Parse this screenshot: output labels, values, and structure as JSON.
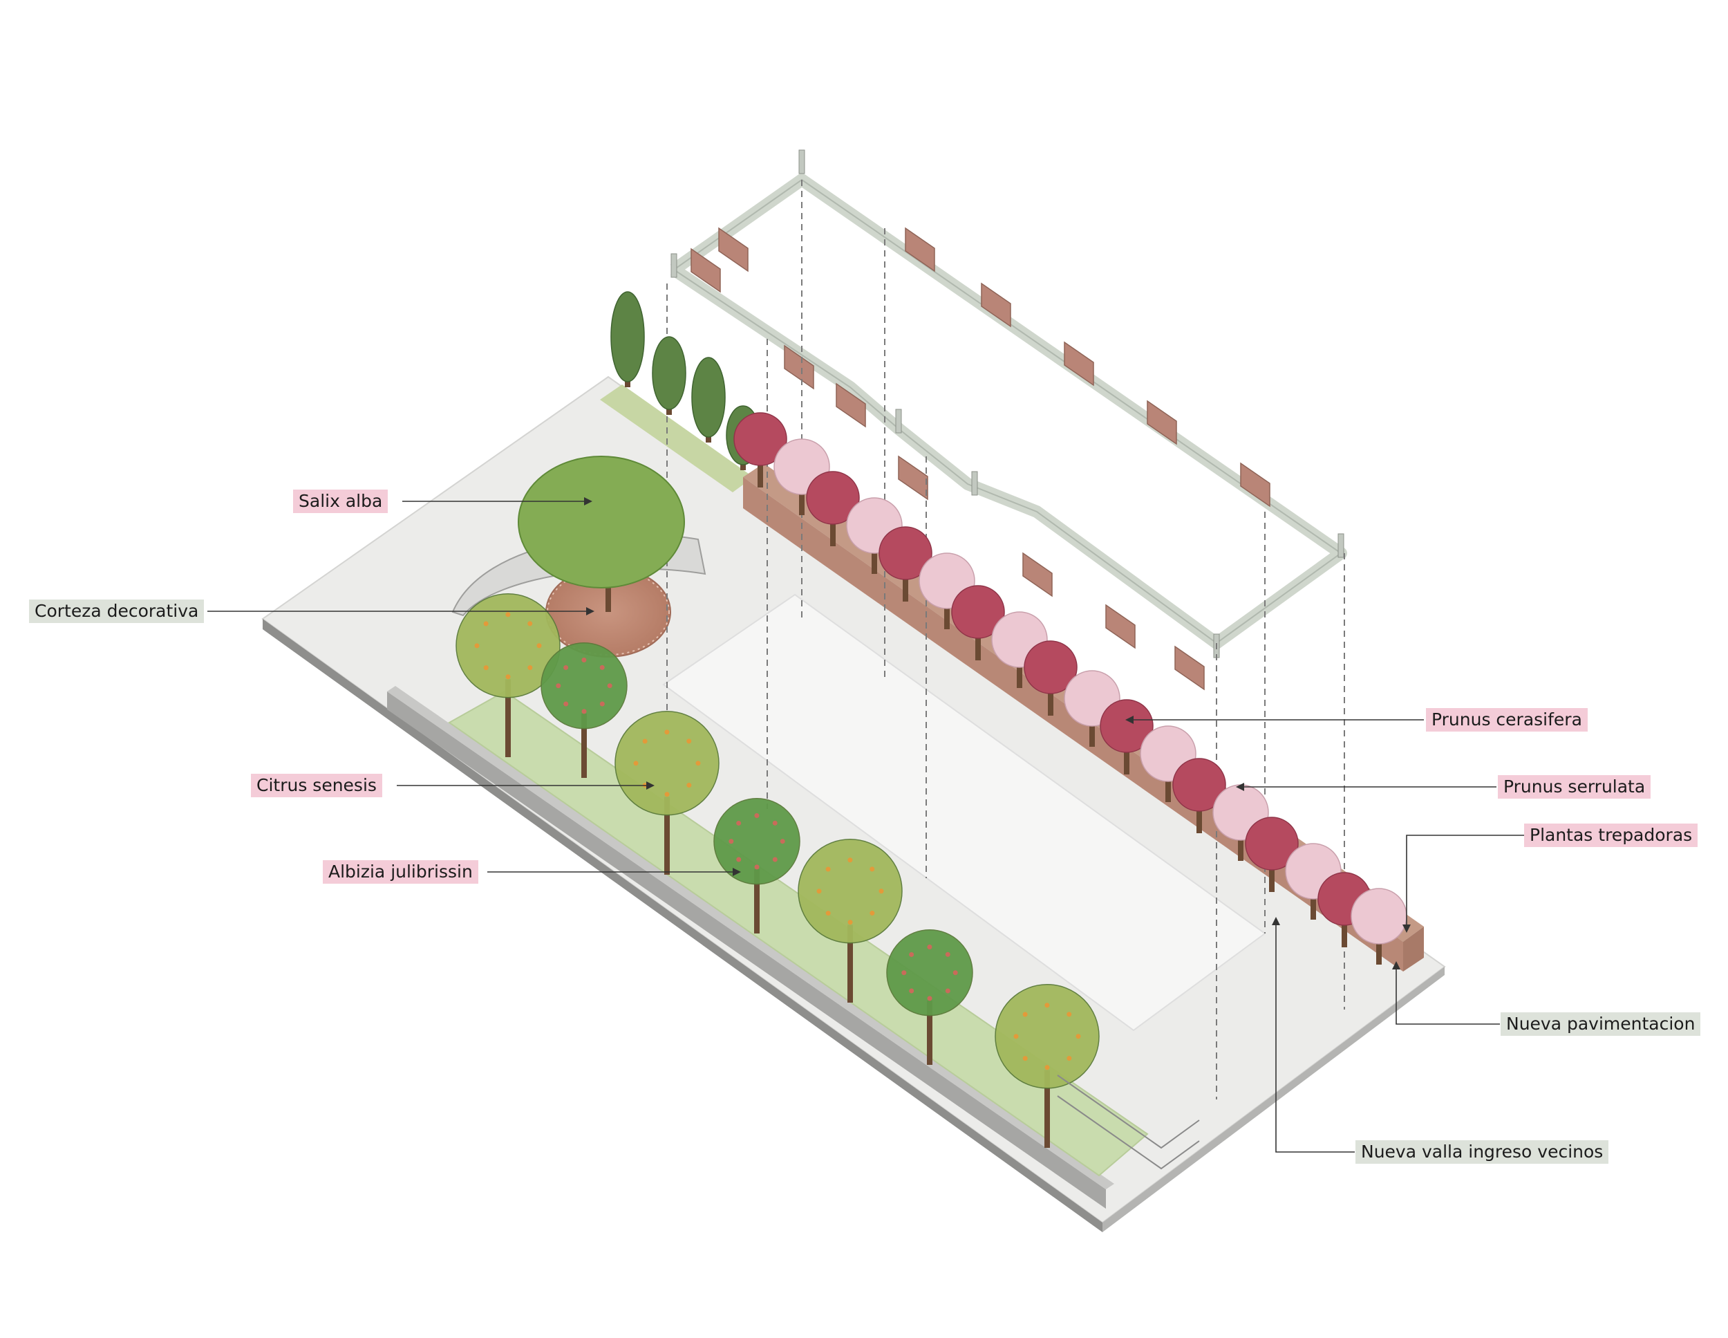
{
  "labels": {
    "salix_alba": "Salix alba",
    "corteza_decorativa": "Corteza decorativa",
    "citrus_senesis": "Citrus senesis",
    "albizia_julibrissin": "Albizia julibrissin",
    "prunus_cerasifera": "Prunus cerasifera",
    "prunus_serrulata": "Prunus serrulata",
    "plantas_trepadoras": "Plantas trepadoras",
    "nueva_pavimentacion": "Nueva pavimentacion",
    "nueva_valla": "Nueva valla ingreso vecinos"
  },
  "colors": {
    "label_pink": "#f4ccd8",
    "label_grey": "#dde2da",
    "paving": "#ececea",
    "lawn": "#c9dcae",
    "wall_grey": "#cfd6cc",
    "brick": "#b98577",
    "mulch": "#bf8a74",
    "cypress": "#5d8445",
    "willow": "#84ac54",
    "citrus": "#a2b85c",
    "albizia": "#5f9a49",
    "prunus_red": "#b54a5f",
    "prunus_pink": "#ecc8d2"
  }
}
